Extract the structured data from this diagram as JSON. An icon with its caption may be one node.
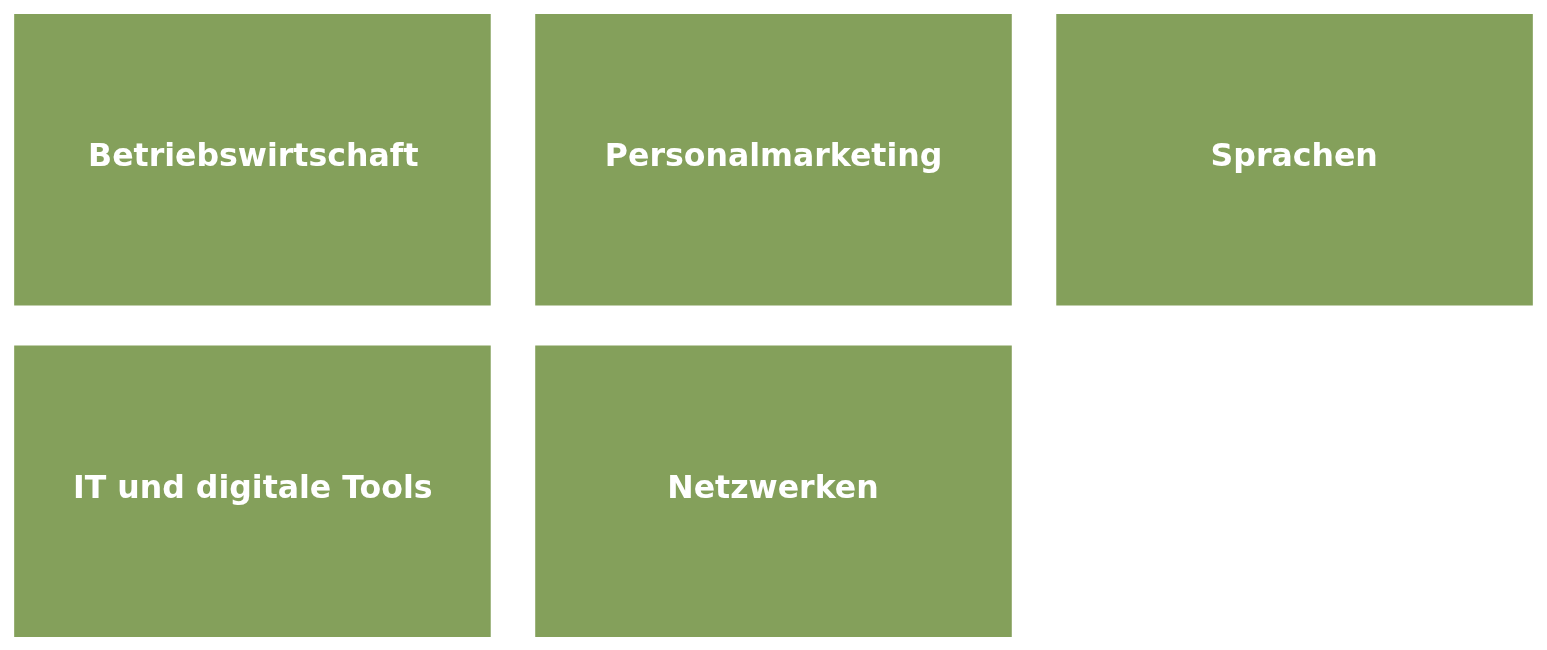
{
  "diagram": {
    "nodes": [
      {
        "text": [
          "Betriebswirtschaft"
        ]
      },
      {
        "text": [
          "Personalmarketing"
        ]
      },
      {
        "text": [
          "Sprachen"
        ]
      },
      {
        "text": [
          "IT und digitale Tools"
        ]
      },
      {
        "text": [
          "Netzwerken"
        ]
      }
    ]
  }
}
